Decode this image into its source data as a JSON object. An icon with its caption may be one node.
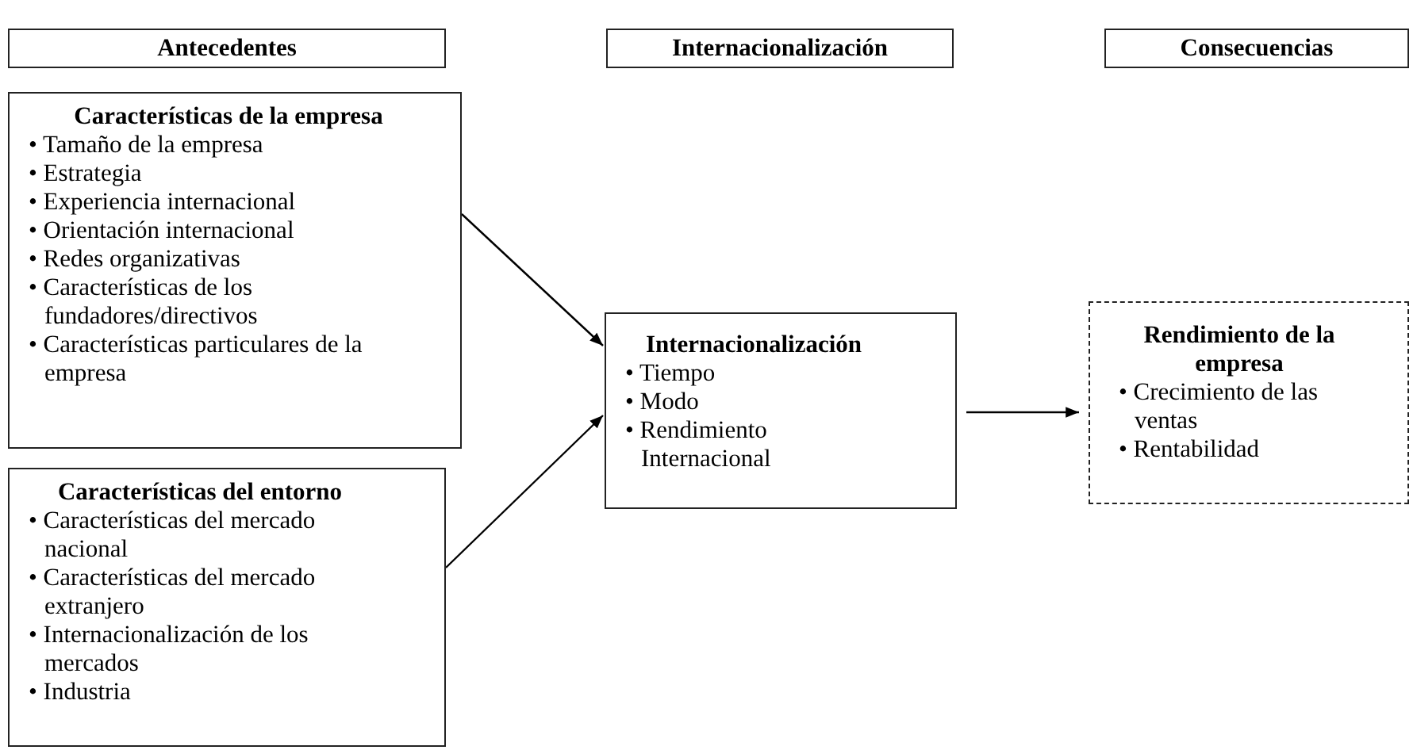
{
  "diagram": {
    "nodes": [
      {
        "text": [
          "Antecedentes"
        ]
      },
      {
        "text": [
          "Internacionalización"
        ]
      },
      {
        "text": [
          "Consecuencias"
        ]
      },
      {
        "text": [
          "Características de la empresa",
          "• Tamaño de la empresa",
          "• Estrategia",
          "• Experiencia internacional",
          "• Orientación internacional",
          "• Redes organizativas",
          "• Características de los fundadores/directivos",
          "• Características particulares de la empresa"
        ]
      },
      {
        "text": [
          "Características del entorno",
          "• Características del mercado nacional",
          "• Características del mercado extranjero",
          "• Internacionalización de los mercados",
          "• Industria"
        ]
      },
      {
        "text": [
          "Internacionalización",
          "• Tiempo",
          "• Modo",
          "• Rendimiento Internacional"
        ]
      },
      {
        "text": [
          "Rendimiento de la empresa",
          "• Crecimiento de las ventas",
          "• Rentabilidad"
        ]
      }
    ],
    "edges": [
      {
        "from": 3,
        "to": 5,
        "arrow": "to"
      },
      {
        "from": 4,
        "to": 5,
        "arrow": "to"
      },
      {
        "from": 5,
        "to": 6,
        "arrow": "to"
      }
    ]
  }
}
